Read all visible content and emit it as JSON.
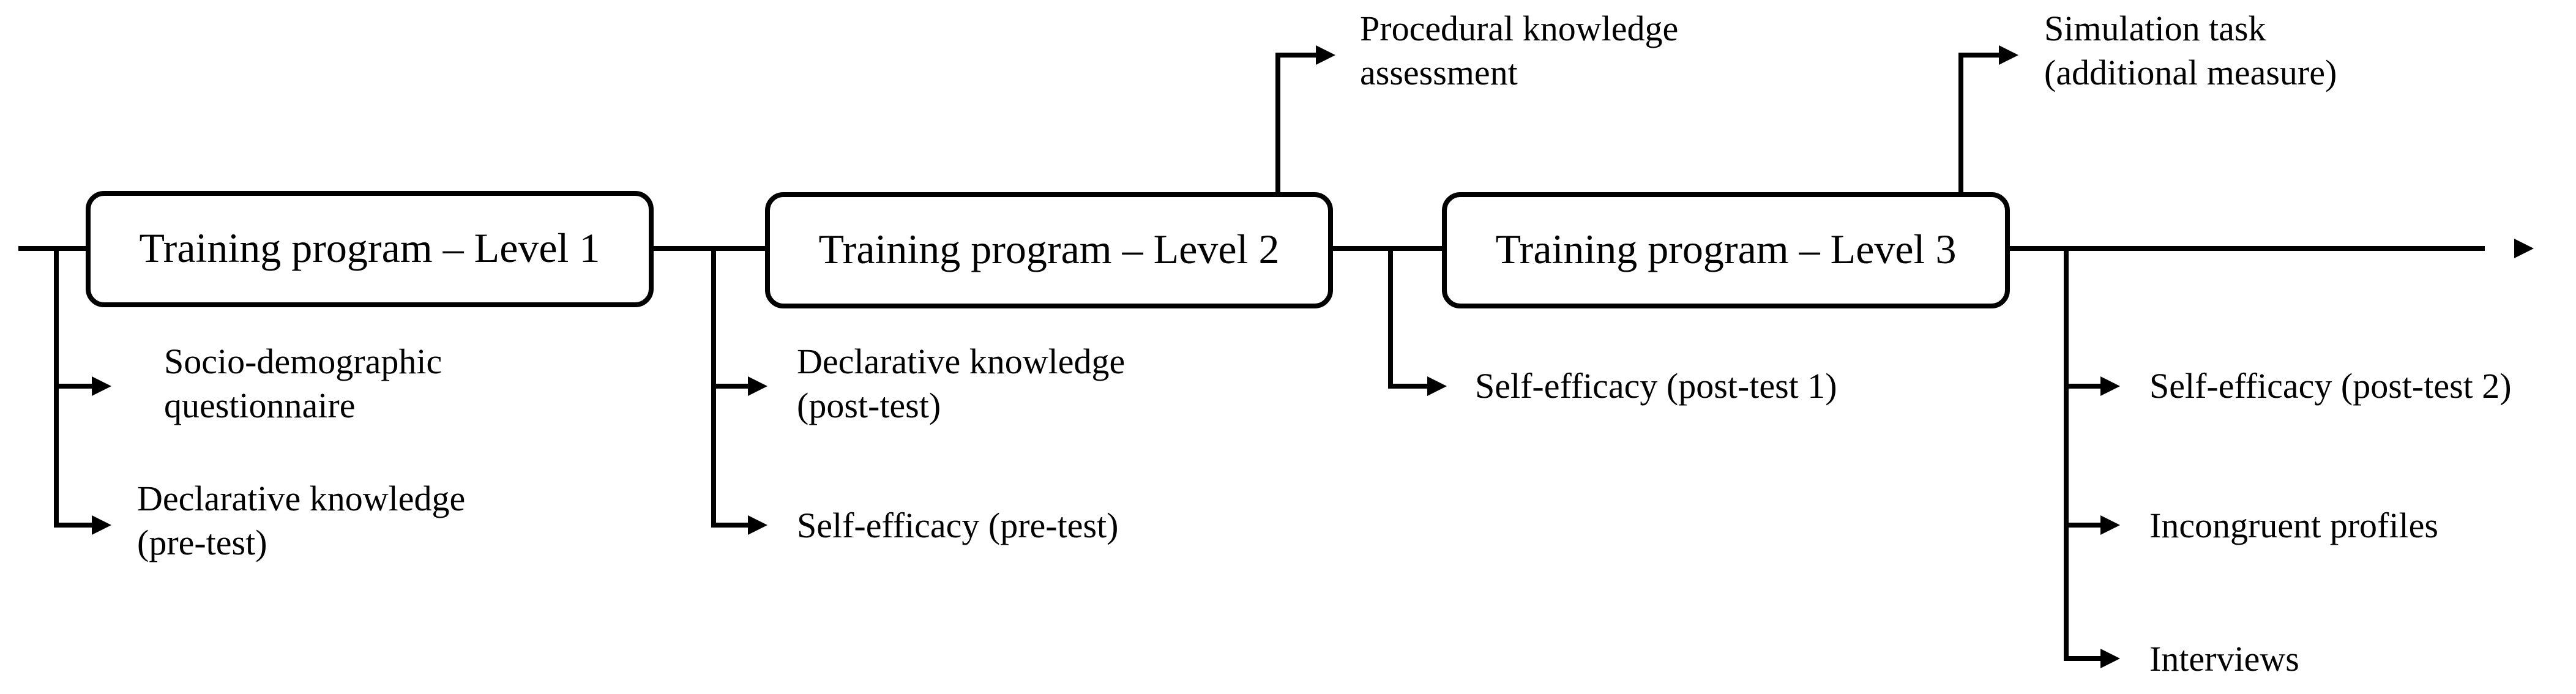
{
  "stages": [
    {
      "label": "Training program – Level 1"
    },
    {
      "label": "Training program – Level 2"
    },
    {
      "label": "Training program – Level 3"
    }
  ],
  "measures": {
    "sociodemographic": [
      "Socio-demographic",
      "questionnaire"
    ],
    "declarative_pre": [
      "Declarative knowledge",
      "(pre-test)"
    ],
    "declarative_post": [
      "Declarative knowledge",
      "(post-test)"
    ],
    "self_efficacy_pre": "Self-efficacy (pre-test)",
    "procedural": [
      "Procedural knowledge",
      "assessment"
    ],
    "self_efficacy_post1": "Self-efficacy (post-test 1)",
    "simulation": [
      "Simulation task",
      "(additional measure)"
    ],
    "self_efficacy_post2": "Self-efficacy (post-test 2)",
    "incongruent": "Incongruent profiles",
    "interviews": "Interviews"
  }
}
